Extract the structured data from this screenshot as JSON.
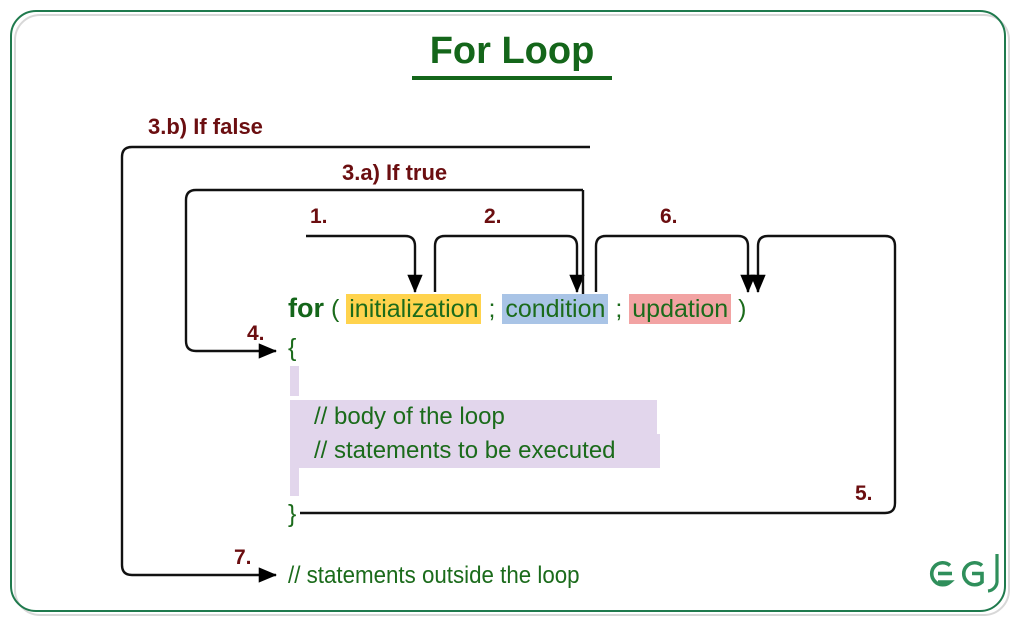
{
  "title": "For Loop",
  "colors": {
    "frame_green": "#1f7a4d",
    "title_green": "#14661a",
    "code_green": "#1b6b1b",
    "label_maroon": "#6b0e10",
    "highlight_initialization": "#ffd34d",
    "highlight_condition": "#a9c4e6",
    "highlight_updation": "#f2a3a3",
    "body_highlight": "#e2d6ec",
    "arrow_black": "#000000"
  },
  "branch_labels": {
    "if_false": "3.b) If false",
    "if_true": "3.a) If true"
  },
  "step_labels": {
    "one": "1.",
    "two": "2.",
    "four": "4.",
    "five": "5.",
    "six": "6.",
    "seven": "7."
  },
  "code": {
    "keyword": "for",
    "open_paren": "(",
    "initialization": "initialization",
    "semicolon_1": ";",
    "condition": "condition",
    "semicolon_2": ";",
    "updation": "updation",
    "close_paren": ")",
    "open_brace": "{",
    "close_brace": "}",
    "body_line_1": "// body of the loop",
    "body_line_2": "// statements to be executed",
    "outside_statement": "// statements outside the loop"
  },
  "logo": {
    "name": "geeksforgeeks-logo",
    "letters": "ӘG"
  }
}
